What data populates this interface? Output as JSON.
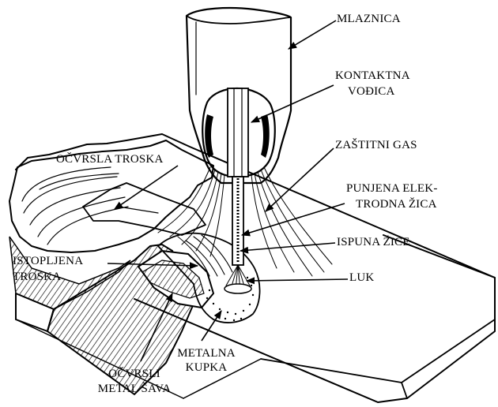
{
  "labels": {
    "mlaznica": "MLAZNICA",
    "kontaktna_line1": "KONTAKTNA",
    "kontaktna_line2": "VOĐICA",
    "zastitni_gas": "ZAŠTITNI GAS",
    "punjena_line1": "PUNJENA ELEK-",
    "punjena_line2": "TRODNA ŽICA",
    "ispuna_zice": "ISPUNA ŽICE",
    "luk": "LUK",
    "ocvrsla_troska": "OČVRSLA TROSKA",
    "istopljena_line1": "ISTOPLJENA",
    "istopljena_line2": "TROSKA",
    "metalna_line1": "METALNA",
    "metalna_line2": "KUPKA",
    "ocvrsli_line1": "OČVRSLI",
    "ocvrsli_line2": "METAL ŠAVA"
  },
  "colors": {
    "ink": "#000000",
    "paper": "#ffffff"
  }
}
